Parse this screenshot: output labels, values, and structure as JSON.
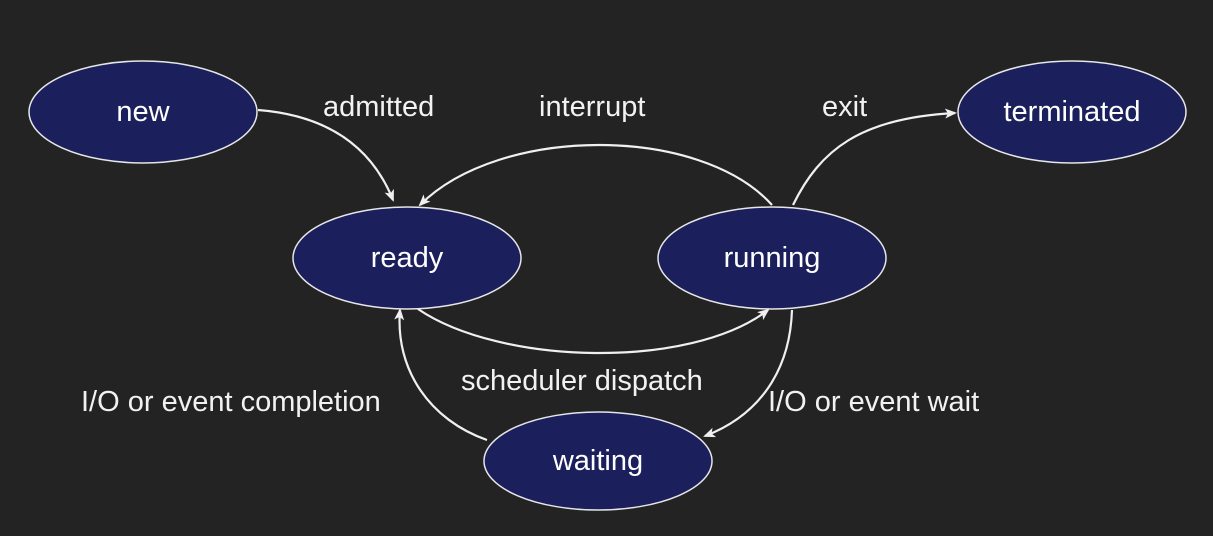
{
  "colors": {
    "background": "#232323",
    "node_fill": "#1b1f5c",
    "node_stroke": "#e6e6e6",
    "text": "#ffffff",
    "edge": "#f0f0f0"
  },
  "nodes": {
    "new": "new",
    "ready": "ready",
    "running": "running",
    "waiting": "waiting",
    "terminated": "terminated"
  },
  "edges": {
    "admitted": "admitted",
    "interrupt": "interrupt",
    "exit": "exit",
    "scheduler_dispatch": "scheduler dispatch",
    "io_event_completion": "I/O or event completion",
    "io_event_wait": "I/O or event wait"
  }
}
